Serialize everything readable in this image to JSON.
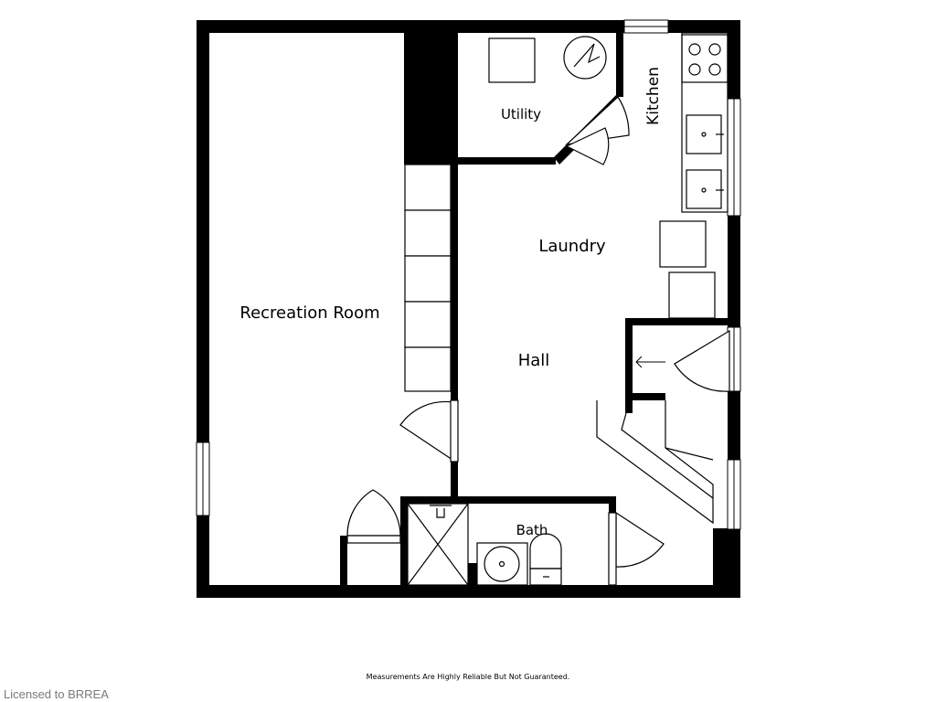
{
  "rooms": {
    "recreation": "Recreation Room",
    "utility": "Utility",
    "kitchen": "Kitchen",
    "laundry": "Laundry",
    "hall": "Hall",
    "bath": "Bath"
  },
  "footer": {
    "disclaimer": "Measurements Are Highly Reliable But Not Guaranteed.",
    "license": "Licensed to BRREA"
  }
}
